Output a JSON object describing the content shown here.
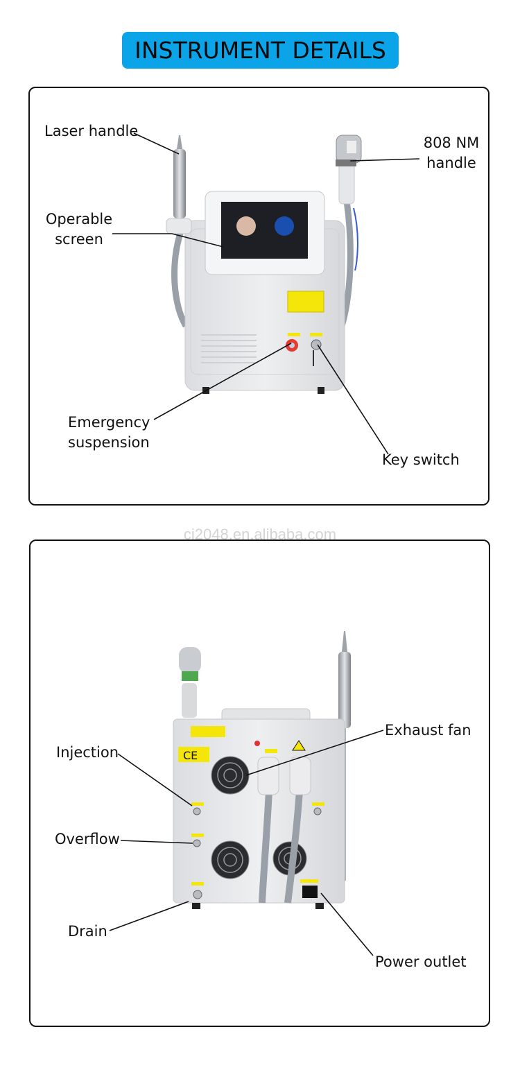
{
  "title": "INSTRUMENT DETAILS",
  "watermark": "ci2048.en.alibaba.com",
  "front_view": {
    "labels": {
      "laser_handle": "Laser handle",
      "operable_screen_1": "Operable",
      "operable_screen_2": "screen",
      "handle_808_1": "808 NM",
      "handle_808_2": "handle",
      "emergency_1": "Emergency",
      "emergency_2": "suspension",
      "key_switch": "Key switch"
    }
  },
  "back_view": {
    "labels": {
      "exhaust_fan": "Exhaust fan",
      "injection": "Injection",
      "overflow": "Overflow",
      "drain": "Drain",
      "power_outlet": "Power outlet"
    }
  },
  "colors": {
    "title_bg": "#0ca4e9",
    "machine_body": "#e6e7e9",
    "warning_label": "#f5e60a",
    "emergency_button": "#e53b2e"
  }
}
